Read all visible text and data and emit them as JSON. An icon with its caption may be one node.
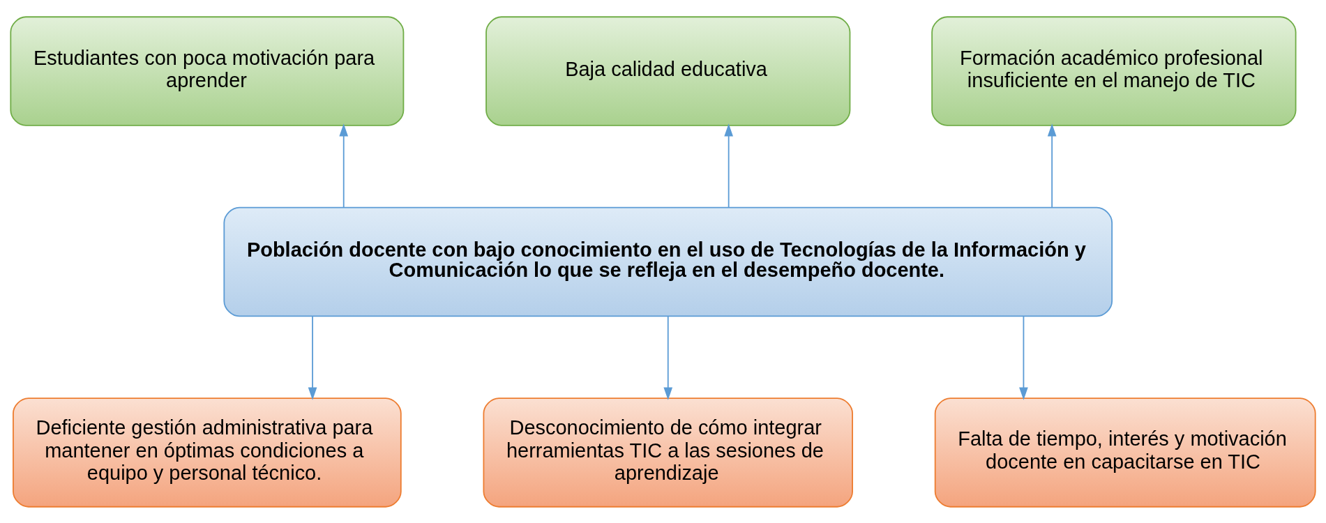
{
  "diagram": {
    "nodes": [
      {
        "text": [
          "Estudiantes con poca motivación para aprender"
        ]
      },
      {
        "text": [
          "Baja calidad educativa"
        ]
      },
      {
        "text": [
          "Formación académico profesional insuficiente en el manejo de TIC"
        ]
      },
      {
        "text": [
          "Población docente con bajo conocimiento en el uso de Tecnologías de la Información y Comunicación lo que se refleja en el desempeño docente."
        ]
      },
      {
        "text": [
          "Deficiente gestión administrativa para mantener en óptimas condiciones a equipo y personal técnico."
        ]
      },
      {
        "text": [
          "Desconocimiento de cómo integrar herramientas TIC a las sesiones de aprendizaje"
        ]
      },
      {
        "text": [
          "Falta de tiempo, interés y motivación docente en capacitarse en TIC"
        ]
      }
    ],
    "edges": [
      {
        "from": 3,
        "to": 0,
        "arrow": "to"
      },
      {
        "from": 3,
        "to": 1,
        "arrow": "to"
      },
      {
        "from": 3,
        "to": 2,
        "arrow": "to"
      },
      {
        "from": 3,
        "to": 4,
        "arrow": "to"
      },
      {
        "from": 3,
        "to": 5,
        "arrow": "to"
      },
      {
        "from": 3,
        "to": 6,
        "arrow": "to"
      }
    ]
  }
}
